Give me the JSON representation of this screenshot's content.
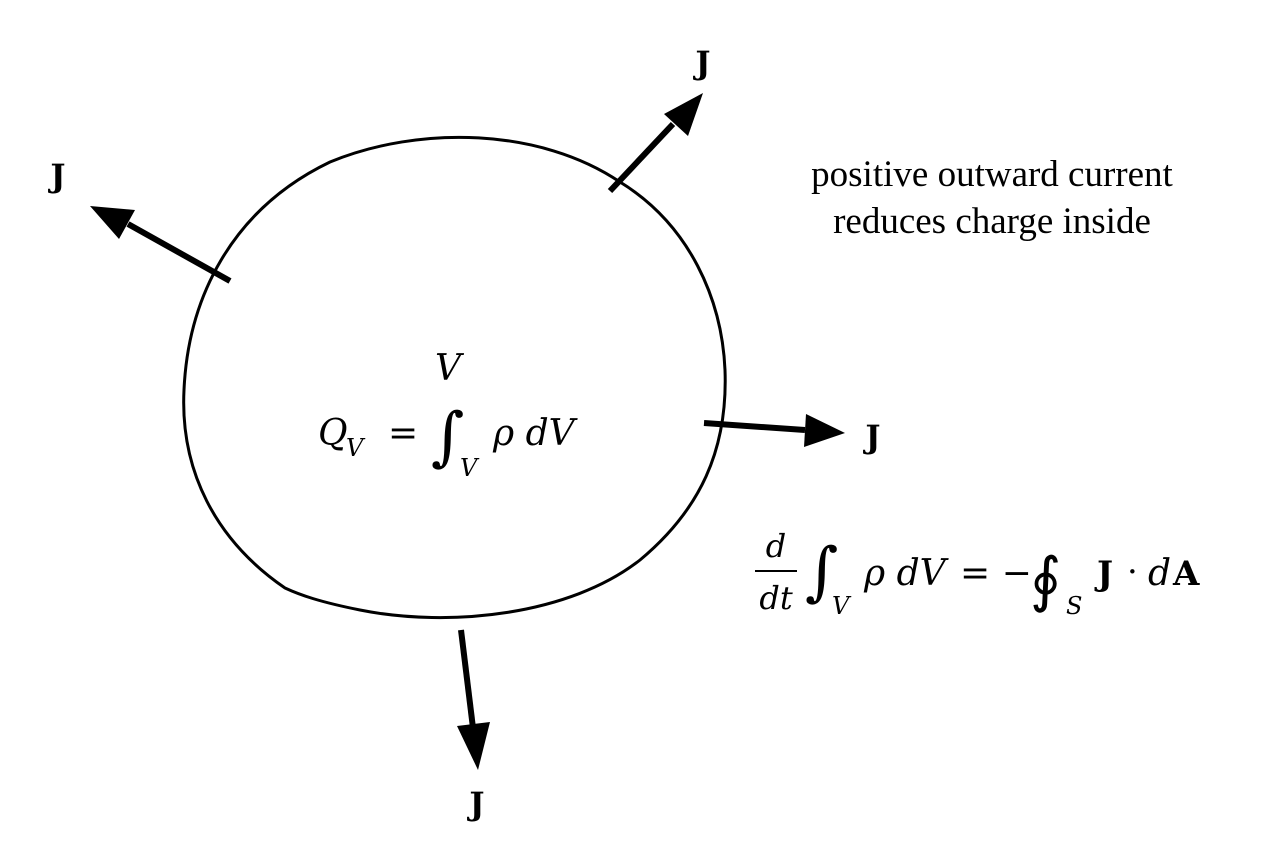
{
  "diagram": {
    "arrow_label": "J",
    "volume_label": "V",
    "caption": {
      "line1": "positive outward current",
      "line2": "reduces charge inside"
    },
    "charge_equation": {
      "lhs_symbol": "Q",
      "lhs_subscript": "V",
      "equals": "=",
      "integral_sign": "∫",
      "integral_subscript": "V",
      "integrand": "ρ dV"
    },
    "continuity_equation": {
      "derivative_numerator": "d",
      "derivative_denominator": "dt",
      "integral_sign": "∫",
      "integral_subscript": "V",
      "integrand": "ρ dV",
      "equals_minus": "= −",
      "surface_integral_sign": "∮",
      "surface_subscript": "S",
      "flux_J": "J",
      "dot": "·",
      "d": "d",
      "flux_A": "A"
    },
    "colors": {
      "stroke": "#000000",
      "background": "#ffffff"
    }
  }
}
